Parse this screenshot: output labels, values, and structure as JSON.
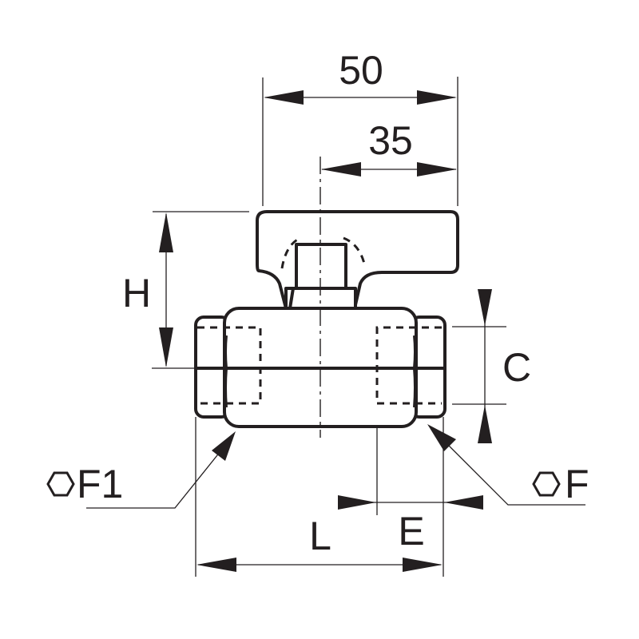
{
  "dimensions": {
    "overall_width": "50",
    "handle_offset": "35",
    "height": "H",
    "port_size": "C",
    "length": "L",
    "engagement": "E"
  },
  "callouts": {
    "left_hex": "F1",
    "right_hex": "F"
  },
  "icons": {
    "hex_symbol": "hexagon-icon"
  }
}
